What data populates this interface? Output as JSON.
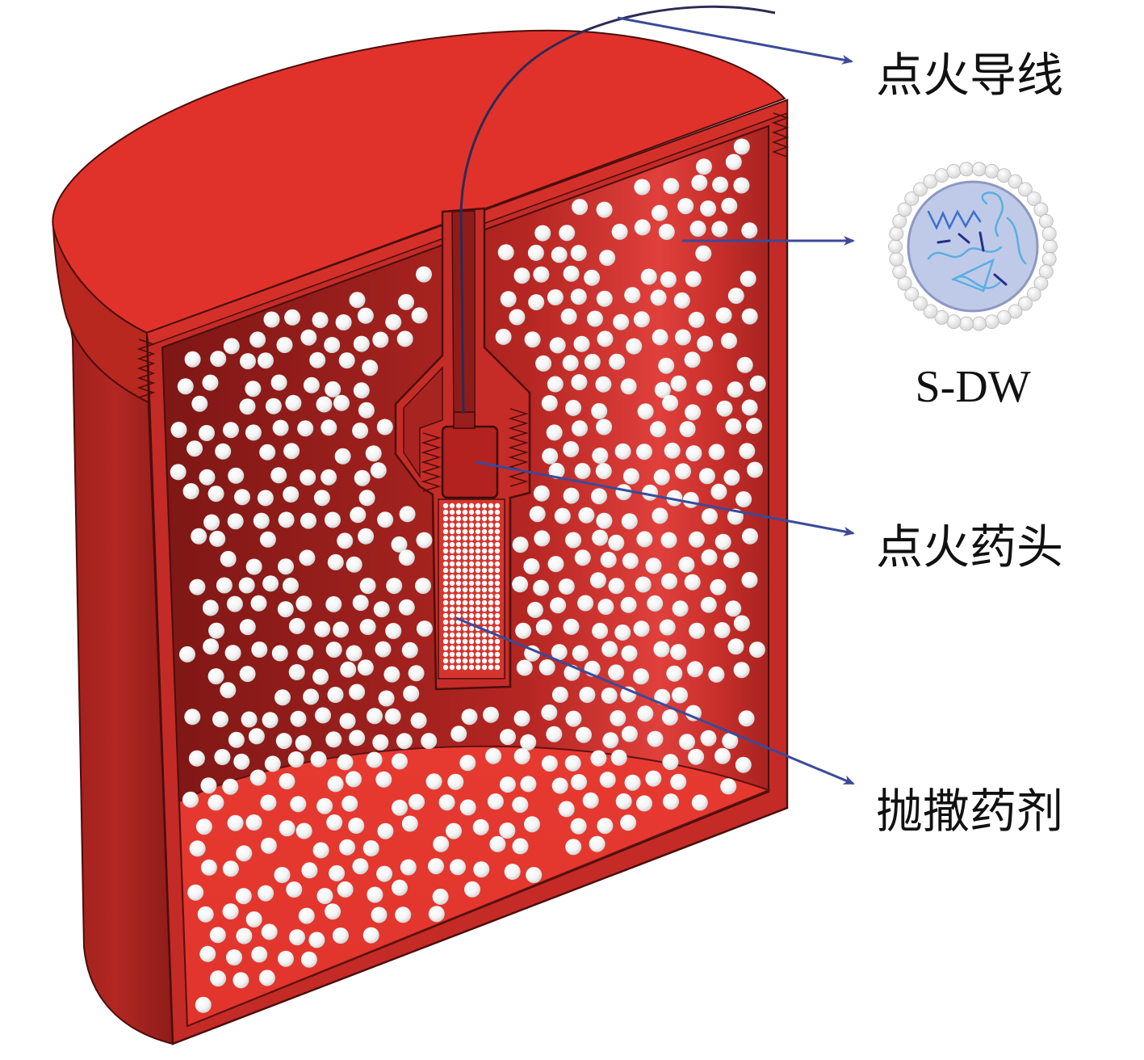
{
  "labels": {
    "ignition_wire": "点火导线",
    "sdw": "S-DW",
    "igniter_head": "点火药头",
    "dispersal_charge": "抛撒药剂"
  },
  "colors": {
    "shell_top": "#e0322b",
    "shell_side": "#a9241f",
    "arrow": "#3b4a9a",
    "particle": "#ffffff",
    "sdw_core": "#bfcae8"
  }
}
